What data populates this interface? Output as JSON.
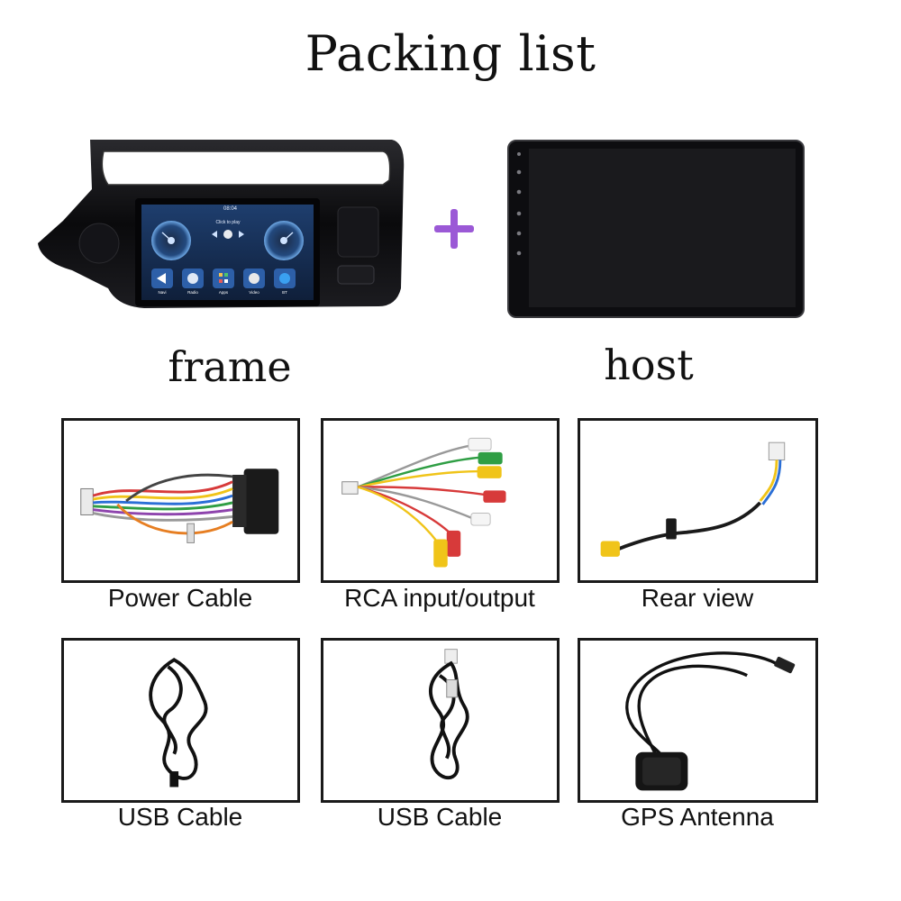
{
  "title": "Packing list",
  "top_items": [
    {
      "label": "frame"
    },
    {
      "label": "host"
    }
  ],
  "frame_screen": {
    "time": "08:04",
    "prompt": "Click to play",
    "apps": [
      "Navi",
      "Radio",
      "Apps",
      "Video",
      "BT"
    ]
  },
  "accessories": [
    {
      "label": "Power Cable"
    },
    {
      "label": "RCA input/output"
    },
    {
      "label": "Rear view"
    },
    {
      "label": "USB Cable"
    },
    {
      "label": "USB Cable"
    },
    {
      "label": "GPS Antenna"
    }
  ],
  "colors": {
    "plus": "#9b59d6",
    "frame_bezel": "#0c0c0e",
    "screen_blue": "#2a6fc4"
  }
}
